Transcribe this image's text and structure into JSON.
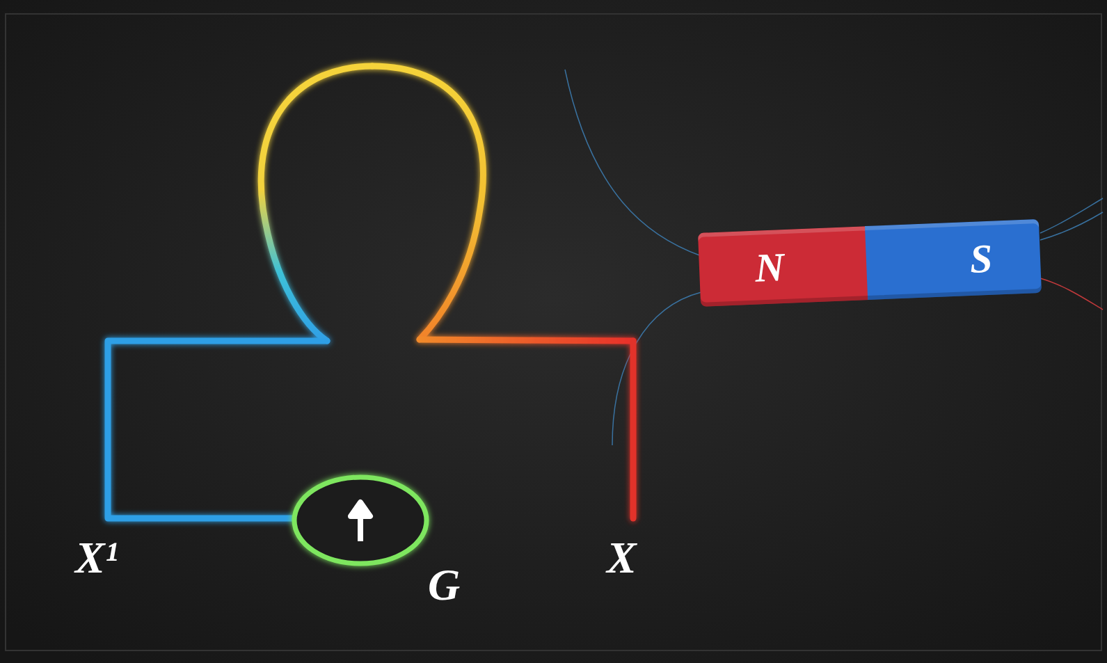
{
  "diagram": {
    "nodes": [
      {
        "text": [
          "G"
        ]
      },
      {
        "text": [
          "N"
        ]
      },
      {
        "text": [
          "S"
        ]
      }
    ],
    "labels": [
      "X¹",
      "X"
    ]
  }
}
